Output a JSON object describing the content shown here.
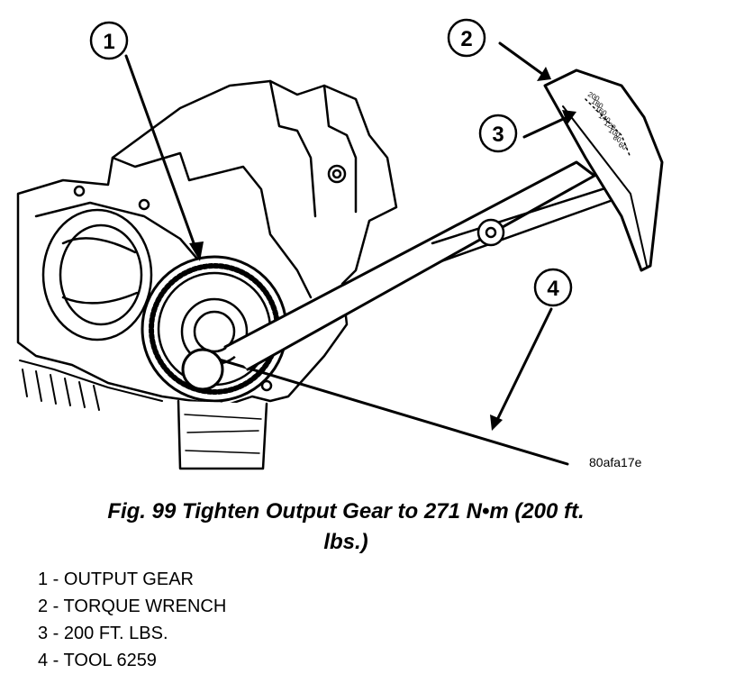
{
  "figure": {
    "code": "80afa17e",
    "callouts": [
      "1",
      "2",
      "3",
      "4"
    ],
    "scale_marks": [
      "200",
      "180",
      "160",
      "140",
      "120",
      "100",
      "80",
      "60"
    ]
  },
  "caption": {
    "line1": "Fig. 99 Tighten Output Gear to 271 N•m (200 ft.",
    "line2": "lbs.)"
  },
  "legend": [
    "1 - OUTPUT GEAR",
    "2 - TORQUE WRENCH",
    "3 - 200 FT. LBS.",
    "4 - TOOL 6259"
  ]
}
